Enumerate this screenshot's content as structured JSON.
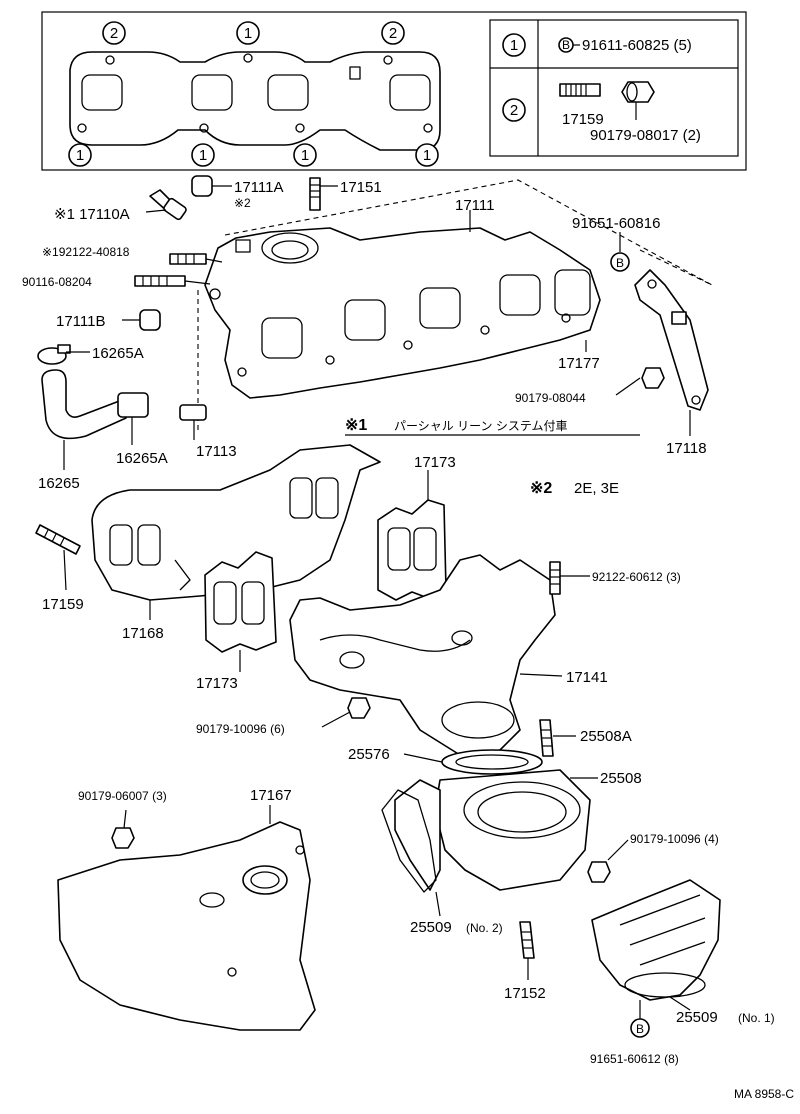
{
  "legend": {
    "row1": {
      "marker": "1",
      "b_marker": "B",
      "text": "91611-60825 (5)"
    },
    "row2": {
      "marker": "2",
      "part_a": "17159",
      "part_b": "90179-08017 (2)"
    }
  },
  "gasket_markers": {
    "top": [
      "2",
      "1",
      "2"
    ],
    "bottom": [
      "1",
      "1",
      "1",
      "1"
    ]
  },
  "labels": {
    "p17111A": "17111A",
    "star2a": "※2",
    "p17151": "17151",
    "p17110A": "※1 17110A",
    "p17111": "17111",
    "p91651_60816": "91651-60816",
    "p192122": "※192122-40818",
    "p90116": "90116-08204",
    "p17111B": "17111B",
    "p16265A_top": "16265A",
    "p17177": "17177",
    "p90179_08044": "90179-08044",
    "p16265": "16265",
    "p16265A": "16265A",
    "p17113": "17113",
    "p17118": "17118",
    "b_top": "B",
    "b_bottom": "B"
  },
  "notes": {
    "note1_mark": "※1",
    "note1_text": "パーシャル リーン システム付車",
    "note2_mark": "※2",
    "note2_text": "2E, 3E"
  },
  "lower_labels": {
    "p17173_top": "17173",
    "p17159": "17159",
    "p17168": "17168",
    "p92122": "92122-60612 (3)",
    "p17173_bot": "17173",
    "p17141": "17141",
    "p90179_10096_6": "90179-10096 (6)",
    "p25508A": "25508A",
    "p25576": "25576",
    "p25508": "25508",
    "p90179_06007": "90179-06007 (3)",
    "p17167": "17167",
    "p90179_10096_4": "90179-10096 (4)",
    "p25509_no2": "25509",
    "no2": "(No. 2)",
    "p17152": "17152",
    "p25509_no1": "25509",
    "no1": "(No. 1)",
    "p91651_60612": "91651-60612 (8)",
    "ref": "MA 8958-C"
  }
}
